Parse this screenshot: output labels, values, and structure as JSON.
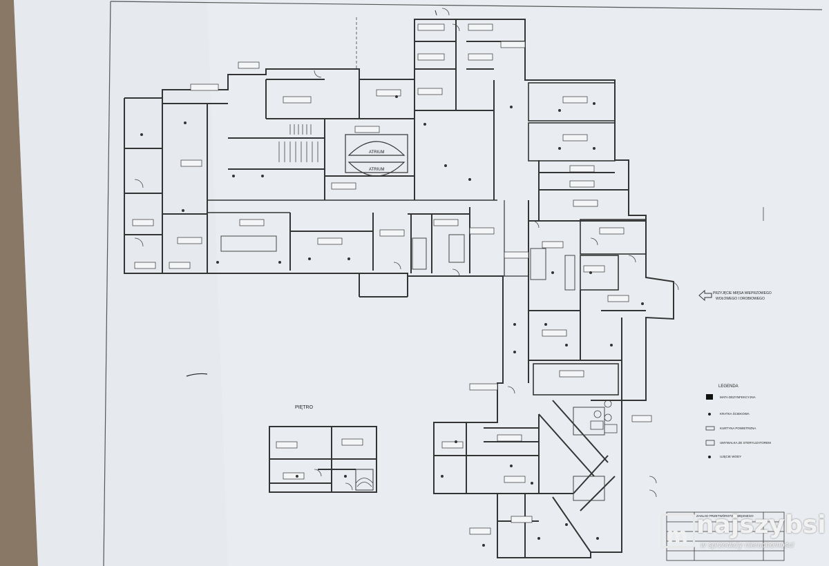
{
  "plan": {
    "atrium_labels": [
      "ATRIUM",
      "ATRIUM"
    ],
    "upper_floor_label": "PIĘTRO",
    "entrance_note": [
      "PRZYJĘCIE MIĘSA WIEPRZOWEGO",
      "WOŁOWEGO I DROBIOWEGO"
    ],
    "legend": {
      "title": "LEGENDA",
      "items": [
        "MATA DEZYNFEKCYJNA",
        "KRATKA ŚCIEKOWA",
        "KURTYNA POWIETRZNA",
        "UMYWALKA ZE STERYLIZATOREM",
        "UJĘCIE WODY"
      ]
    },
    "title_block": "ZAKŁAD PRZETWÓRSTWA MIĘSNEGO"
  },
  "watermark": {
    "name": "najszybsi",
    "tagline": "w sprzedaży nieruchomości",
    "logo_letter": "m"
  }
}
